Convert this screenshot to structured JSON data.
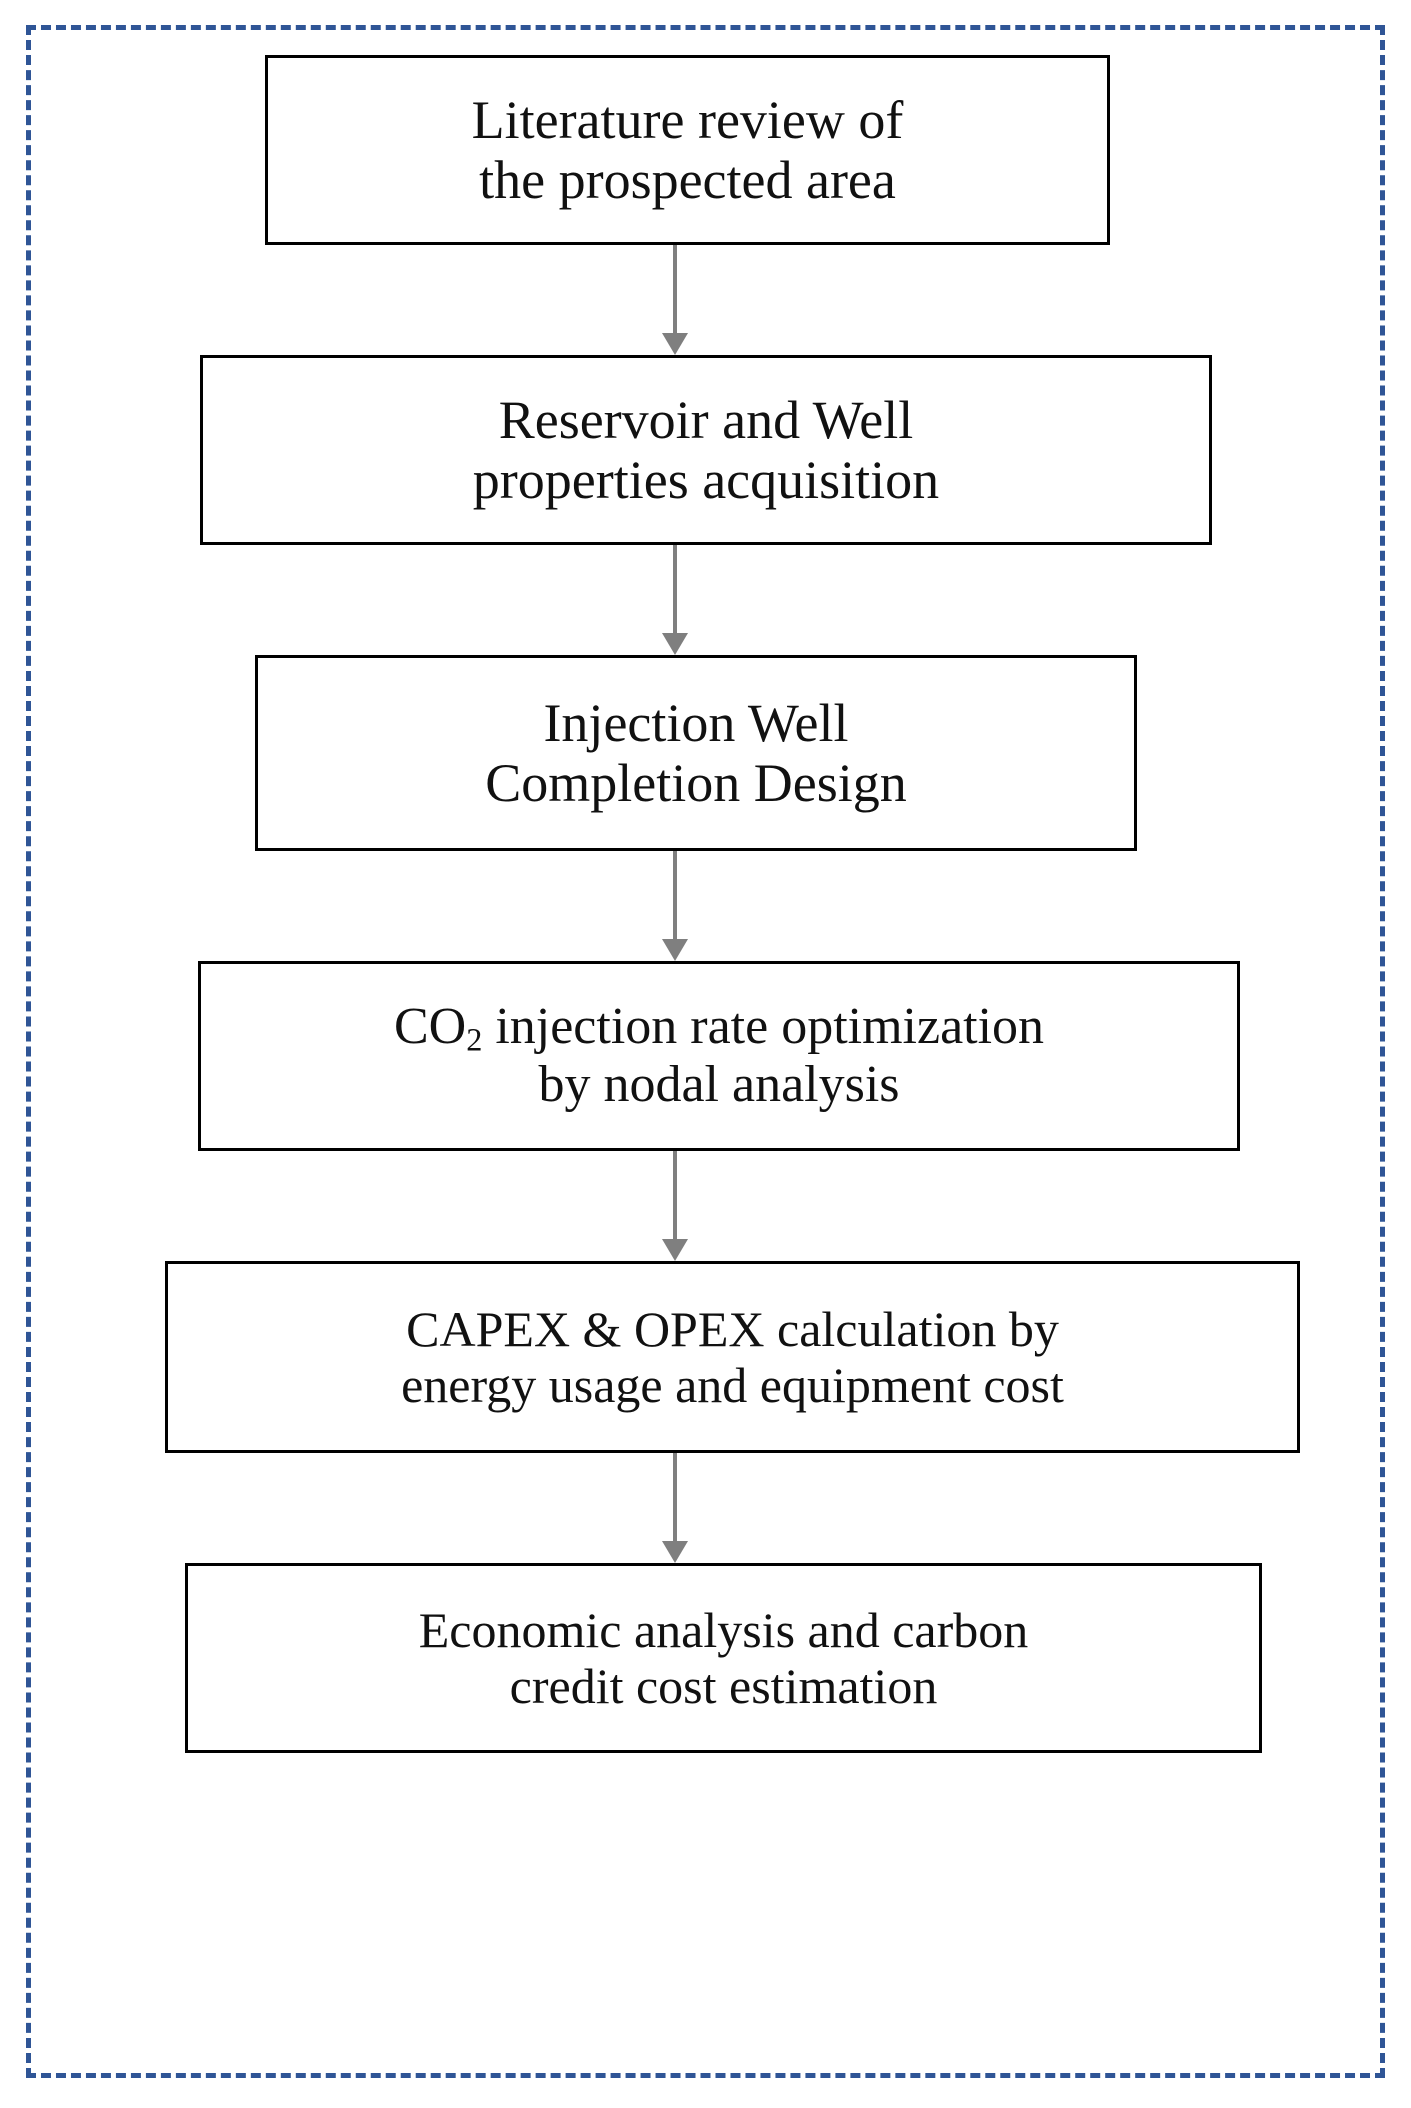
{
  "diagram": {
    "title": "CO2 injection project workflow flowchart",
    "frame": {
      "style": "dashed",
      "color": "#2f5596"
    },
    "box_border_color": "#000000",
    "box_fill_color": "#ffffff",
    "arrow_color": "#7f7f7f",
    "text_color": "#111111",
    "steps": [
      {
        "id": "step-1",
        "order": 1,
        "label": "Literature review of\nthe prospected area",
        "line1": "Literature review of",
        "line2": "the prospected area"
      },
      {
        "id": "step-2",
        "order": 2,
        "label": "Reservoir and Well\nproperties acquisition",
        "line1": "Reservoir and Well",
        "line2": "properties acquisition"
      },
      {
        "id": "step-3",
        "order": 3,
        "label": "Injection Well\nCompletion Design",
        "line1": "Injection Well",
        "line2": "Completion Design"
      },
      {
        "id": "step-4",
        "order": 4,
        "label": "CO2 injection rate optimization\nby nodal analysis",
        "line1_prefix": "CO",
        "line1_subscript": "2",
        "line1_suffix": " injection rate optimization",
        "line2": "by nodal analysis"
      },
      {
        "id": "step-5",
        "order": 5,
        "label": "CAPEX & OPEX calculation by\nenergy usage and equipment cost",
        "line1": "CAPEX & OPEX calculation by",
        "line2": "energy usage and equipment cost"
      },
      {
        "id": "step-6",
        "order": 6,
        "label": "Economic analysis and carbon\ncredit cost estimation",
        "line1": "Economic analysis and carbon",
        "line2": "credit cost estimation"
      }
    ],
    "connectors": [
      {
        "id": "arrow-1-2",
        "from": "step-1",
        "to": "step-2"
      },
      {
        "id": "arrow-2-3",
        "from": "step-2",
        "to": "step-3"
      },
      {
        "id": "arrow-3-4",
        "from": "step-3",
        "to": "step-4"
      },
      {
        "id": "arrow-4-5",
        "from": "step-4",
        "to": "step-5"
      },
      {
        "id": "arrow-5-6",
        "from": "step-5",
        "to": "step-6"
      }
    ]
  }
}
